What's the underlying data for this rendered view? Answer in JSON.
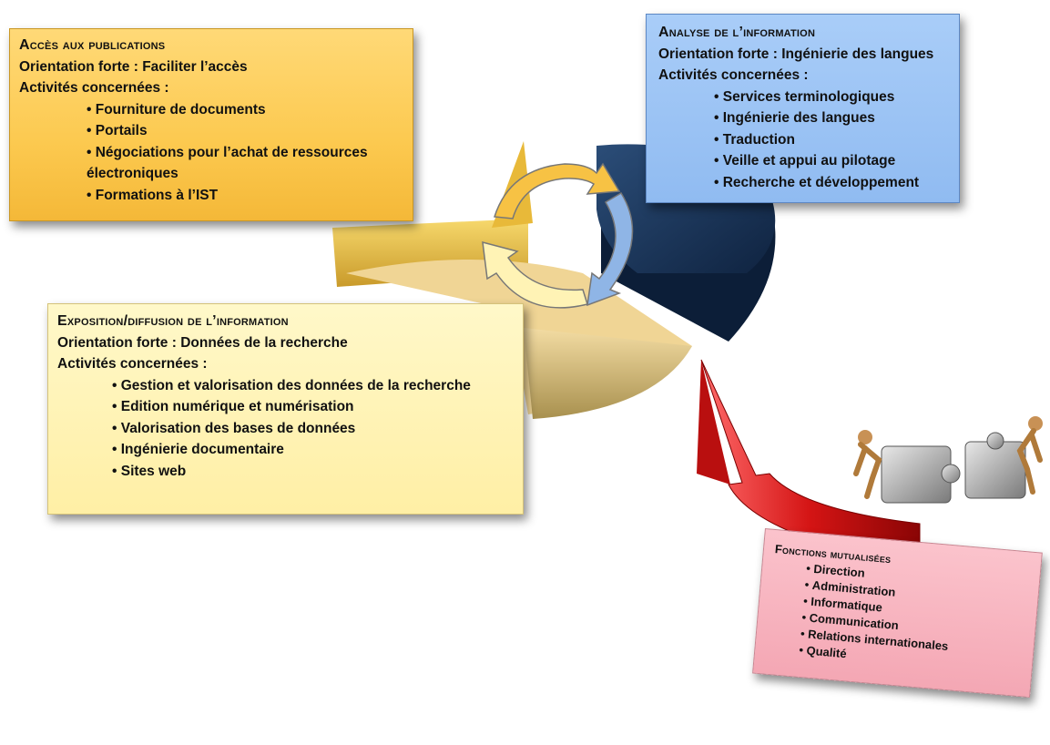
{
  "boxes": {
    "acces": {
      "title": "Accès aux publications",
      "orientation": "Orientation forte : Faciliter l’accès",
      "activites": "Activités concernées :",
      "items": [
        "Fourniture de documents",
        "Portails",
        "Négociations pour l’achat de ressources électroniques",
        "Formations à l’IST"
      ]
    },
    "analyse": {
      "title": "Analyse de l’information",
      "orientation": "Orientation forte : Ingénierie des langues",
      "activites": "Activités concernées :",
      "items": [
        "Services terminologiques",
        "Ingénierie des langues",
        "Traduction",
        "Veille et appui au pilotage",
        "Recherche et développement"
      ]
    },
    "expo": {
      "title": "Exposition/diffusion de l’information",
      "orientation": "Orientation forte : Données de la recherche",
      "activites": "Activités concernées :",
      "items": [
        "Gestion et valorisation des données de la recherche",
        "Edition numérique et numérisation",
        "Valorisation des bases de données",
        "Ingénierie documentaire",
        "Sites web"
      ]
    },
    "mutual": {
      "title": "Fonctions mutualisées",
      "items": [
        "Direction",
        "Administration",
        "Informatique",
        "Communication",
        "Relations internationales",
        "Qualité"
      ]
    }
  },
  "colors": {
    "acces": "#fcc94f",
    "analyse": "#90bbf1",
    "expo": "#ffefa5",
    "mutual": "#f4a7b4",
    "pie_navy": "#1d3a5e",
    "pie_gold": "#f2c94c",
    "pie_tan": "#e9cf8e",
    "arrow_red": "#d42020"
  },
  "icons": [
    "cycle-arrows-icon",
    "red-curved-arrow-icon",
    "puzzle-figures-icon"
  ]
}
